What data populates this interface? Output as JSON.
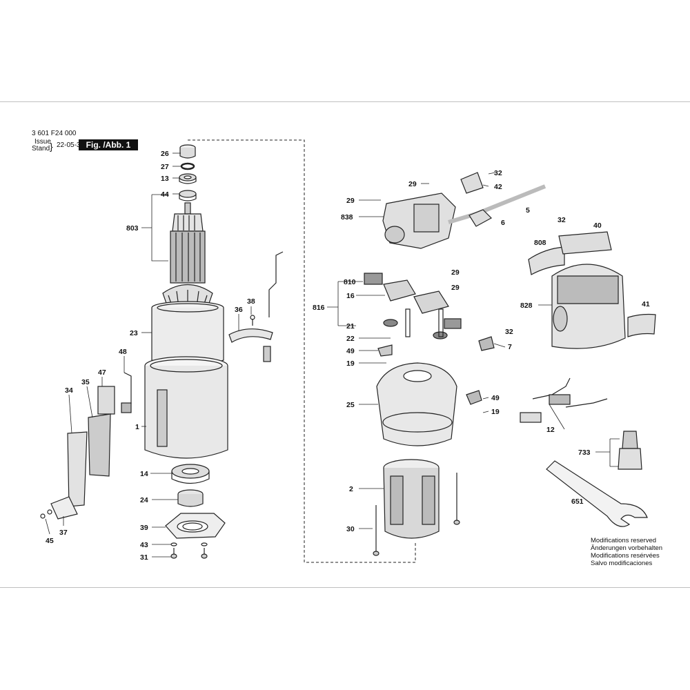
{
  "header": {
    "doc_number": "3 601 F24 000",
    "issue_label": "Issue",
    "stand_label": "Stand",
    "date": "22-05-30",
    "figure_label": "Fig. /Abb. 1"
  },
  "notes": [
    "Modifications reserved",
    "Änderungen vorbehalten",
    "Modifications resérvées",
    "Salvo modificaciones"
  ],
  "labels": {
    "p26": "26",
    "p27": "27",
    "p13": "13",
    "p44": "44",
    "p803": "803",
    "p23": "23",
    "p36": "36",
    "p38": "38",
    "p48": "48",
    "p47": "47",
    "p35": "35",
    "p34": "34",
    "p1": "1",
    "p14": "14",
    "p24": "24",
    "p39": "39",
    "p43": "43",
    "p31": "31",
    "p45": "45",
    "p37": "37",
    "p29a": "29",
    "p32a": "32",
    "p42": "42",
    "p29b": "29",
    "p838": "838",
    "p6": "6",
    "p5": "5",
    "p32b": "32",
    "p40": "40",
    "p808": "808",
    "p810": "810",
    "p29c": "29",
    "p16": "16",
    "p29d": "29",
    "p816": "816",
    "p828": "828",
    "p41": "41",
    "p21": "21",
    "p32c": "32",
    "p22": "22",
    "p49a": "49",
    "p7": "7",
    "p19a": "19",
    "p25": "25",
    "p49b": "49",
    "p19b": "19",
    "p12": "12",
    "p733": "733",
    "p2": "2",
    "p651": "651",
    "p30": "30"
  }
}
